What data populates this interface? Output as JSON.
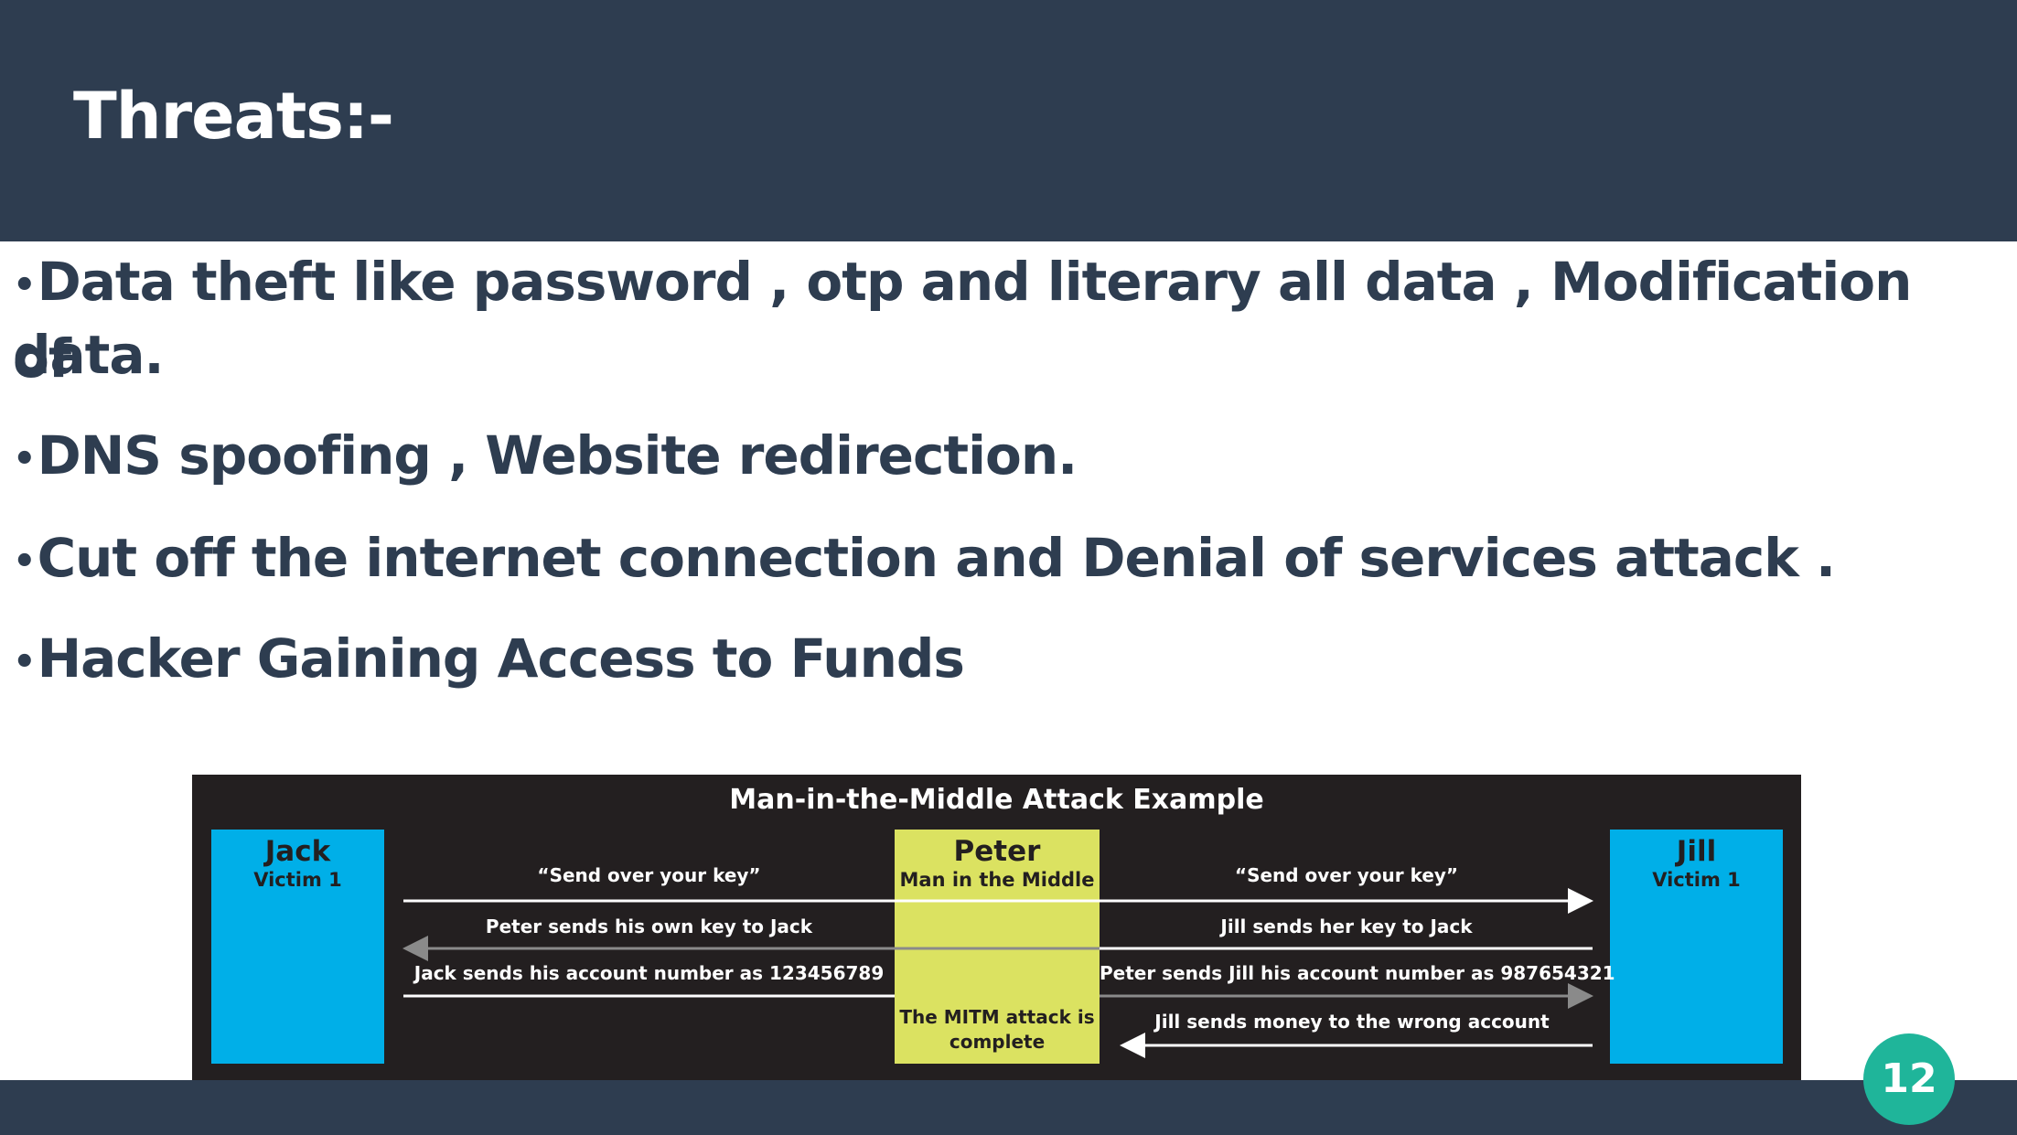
{
  "slide": {
    "title": "Threats:-",
    "page_number": "12",
    "colors": {
      "header": "#2e3d50",
      "text": "#2e3d50",
      "badge": "#1fb59a"
    }
  },
  "bullets": [
    {
      "marker": "•",
      "line1": "Data theft like password , otp and literary all data , Modification of",
      "line2": "data."
    },
    {
      "marker": "•",
      "line1": "DNS spoofing ,  Website redirection."
    },
    {
      "marker": "•",
      "line1": "Cut off the internet connection and Denial of services attack ."
    },
    {
      "marker": "•",
      "line1": "Hacker Gaining Access to Funds"
    }
  ],
  "diagram": {
    "title": "Man-in-the-Middle Attack Example",
    "colors": {
      "background": "#231f20",
      "victim_box": "#00afe8",
      "attacker_box": "#dbe261"
    },
    "jack": {
      "name": "Jack",
      "role": "Victim 1"
    },
    "peter": {
      "name": "Peter",
      "role": "Man in the Middle",
      "complete": "The MITM attack is complete"
    },
    "jill": {
      "name": "Jill",
      "role": "Victim 1"
    },
    "messages": {
      "jack_send_key": "“Send over your key”",
      "peter_send_key": "“Send over your key”",
      "peter_own_key": "Peter sends his own key to Jack",
      "jill_key": "Jill sends her key to Jack",
      "jack_account": "Jack sends his account number as 123456789",
      "peter_account": "Peter sends Jill his account number as 987654321",
      "jill_money": "Jill sends money to the wrong account"
    }
  }
}
